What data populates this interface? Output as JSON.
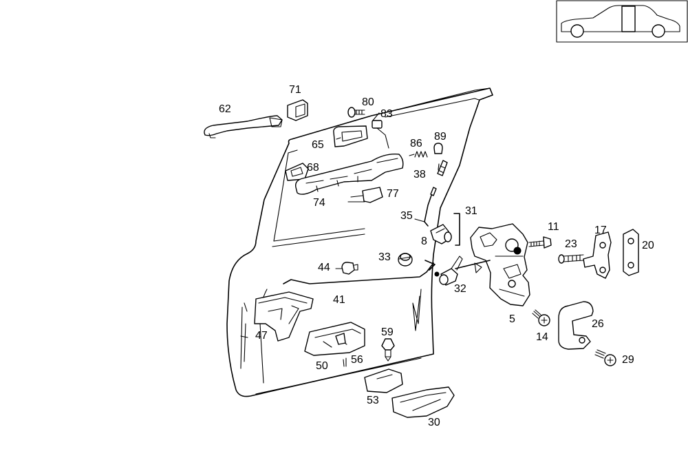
{
  "callouts": {
    "c62": "62",
    "c71": "71",
    "c80": "80",
    "c83": "83",
    "c65": "65",
    "c86": "86",
    "c89": "89",
    "c68": "68",
    "c38": "38",
    "c74": "74",
    "c77": "77",
    "c35": "35",
    "c31": "31",
    "c11": "11",
    "c17": "17",
    "c8": "8",
    "c23": "23",
    "c20": "20",
    "c33": "33",
    "c44": "44",
    "c32": "32",
    "c41": "41",
    "c5": "5",
    "c26": "26",
    "c14": "14",
    "c47": "47",
    "c59": "59",
    "c50": "50",
    "c56": "56",
    "c29": "29",
    "c53": "53",
    "c30": "30"
  }
}
